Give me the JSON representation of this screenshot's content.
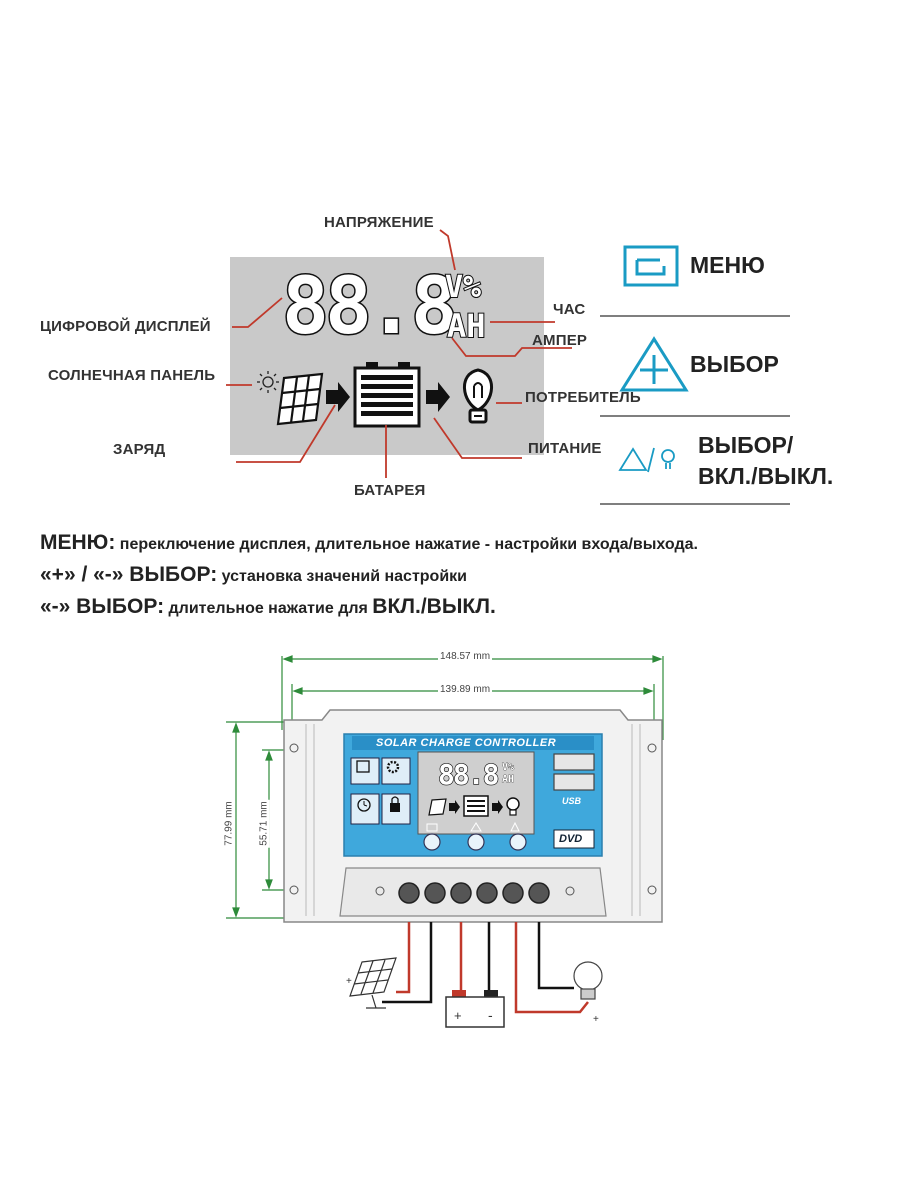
{
  "lcd": {
    "digits": "88.8",
    "unit_top": "V%",
    "unit_bottom": "AH"
  },
  "labels": {
    "voltage": "НАПРЯЖЕНИЕ",
    "digital_display": "ЦИФРОВОЙ ДИСПЛЕЙ",
    "solar_panel": "СОЛНЕЧНАЯ ПАНЕЛЬ",
    "charge": "ЗАРЯД",
    "battery": "БАТАРЕЯ",
    "hour": "ЧАС",
    "ampere": "АМПЕР",
    "consumer": "ПОТРЕБИТЕЛЬ",
    "power": "ПИТАНИЕ"
  },
  "legend": {
    "menu": "МЕНЮ",
    "select": "ВЫБОР",
    "select_onoff_line1": "ВЫБОР/",
    "select_onoff_line2": "ВКЛ./ВЫКЛ."
  },
  "description": {
    "line1_key": "МЕНЮ:",
    "line1_text": " переключение дисплея, длительное нажатие - настройки входа/выхода.",
    "line2_key": "«+» / «-» ВЫБОР:",
    "line2_text": " установка значений настройки",
    "line3_key": "«-» ВЫБОР:",
    "line3_text": " длительное нажатие для ",
    "line3_end": "ВКЛ./ВЫКЛ."
  },
  "controller": {
    "title": "SOLAR CHARGE CONTROLLER",
    "lcd_digits": "88.8",
    "lcd_unit_top": "V%",
    "lcd_unit_bottom": "AH",
    "usb": "USB",
    "brand": "DVD"
  },
  "dimensions": {
    "outer_width": "148.57 mm",
    "inner_width": "139.89 mm",
    "outer_height": "77.99 mm",
    "inner_height": "55.71 mm"
  },
  "colors": {
    "accent_blue": "#1a9bc4",
    "lcd_gray": "#c9c9c9",
    "leader_red": "#c0392b",
    "dimension_green": "#2e8b3a",
    "panel_blue": "#3fa8dc"
  }
}
